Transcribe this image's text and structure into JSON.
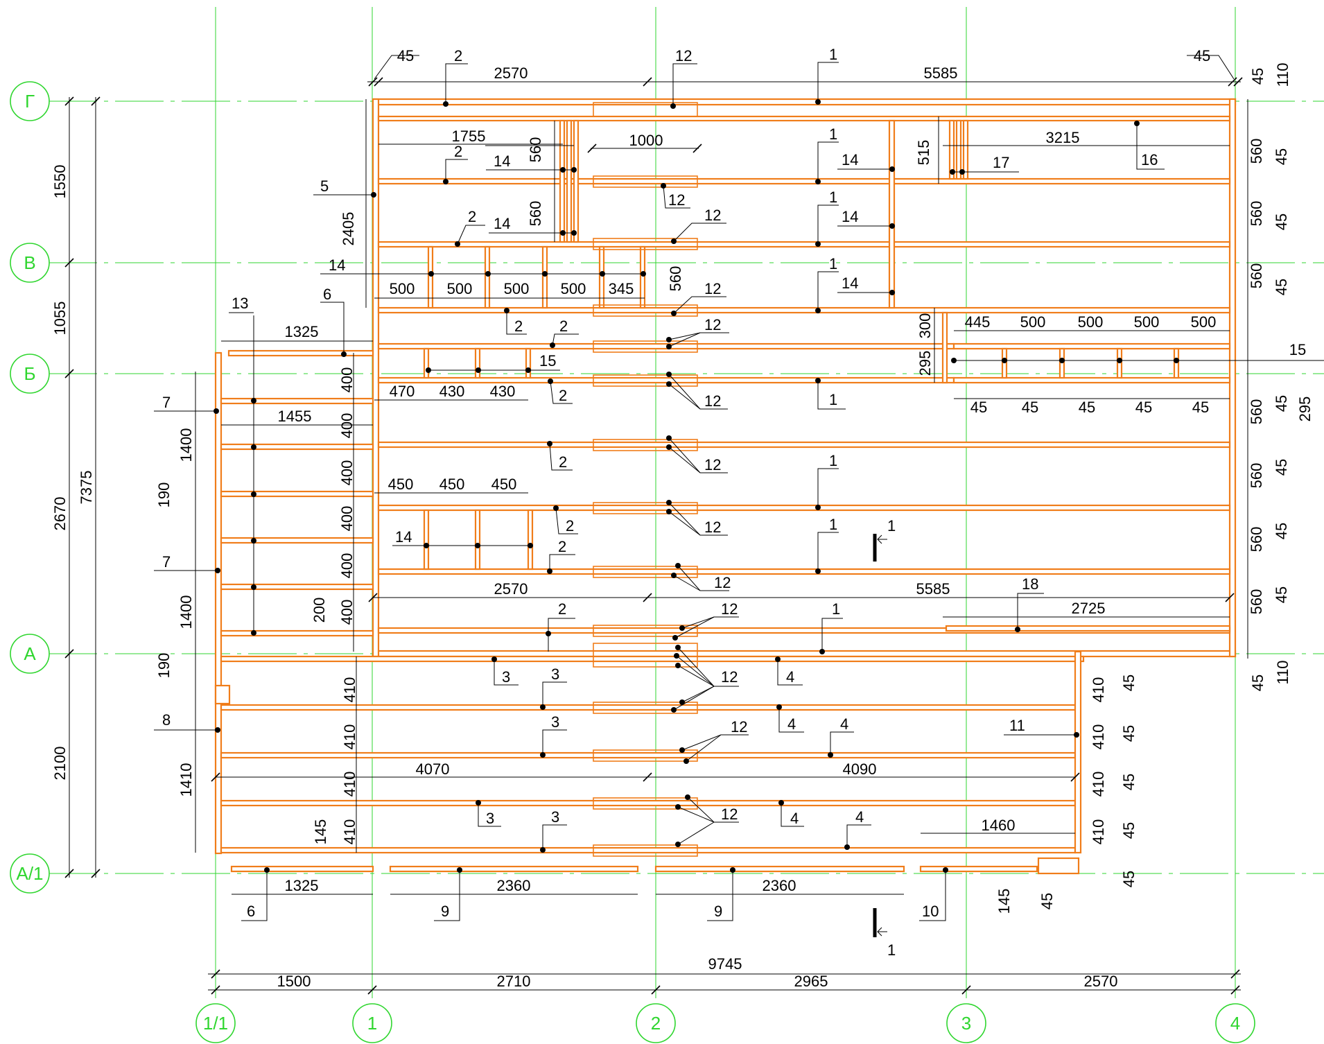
{
  "axes": {
    "vertical": [
      "1/1",
      "1",
      "2",
      "3",
      "4"
    ],
    "horizontal": [
      "Г",
      "В",
      "Б",
      "А",
      "А/1"
    ]
  },
  "dims": {
    "bottom_total": "9745",
    "bottom": [
      "1500",
      "2710",
      "2965",
      "2570"
    ],
    "left_total": "7375",
    "left": [
      "1550",
      "1055",
      "2670",
      "2100"
    ],
    "top": [
      "45",
      "2570",
      "5585",
      "45"
    ],
    "inner": {
      "d1755": "1755",
      "d1000": "1000",
      "d3215": "3215",
      "d2405": "2405",
      "d560": "560",
      "d515": "515",
      "d300": "300",
      "d295": "295",
      "d500": "500",
      "d345": "345",
      "d445": "445",
      "d1325": "1325",
      "d1455": "1455",
      "d470": "470",
      "d430": "430",
      "d450": "450",
      "d400": "400",
      "d1400": "1400",
      "d190": "190",
      "d200": "200",
      "d2570": "2570",
      "d5585": "5585",
      "d2725": "2725",
      "d410": "410",
      "d4070": "4070",
      "d4090": "4090",
      "d1410": "1410",
      "d145": "145",
      "d1460": "1460",
      "d2360": "2360",
      "d45": "45",
      "d110": "110",
      "d15": "15"
    }
  },
  "marks": {
    "m1": "1",
    "m2": "2",
    "m3": "3",
    "m4": "4",
    "m5": "5",
    "m6": "6",
    "m7": "7",
    "m8": "8",
    "m9": "9",
    "m10": "10",
    "m11": "11",
    "m12": "12",
    "m13": "13",
    "m14": "14",
    "m15": "15",
    "m16": "16",
    "m17": "17",
    "m18": "18"
  },
  "section": "1",
  "colors": {
    "axis": "#2fd62f",
    "beam": "#f07d1a",
    "annotation": "#000000"
  }
}
